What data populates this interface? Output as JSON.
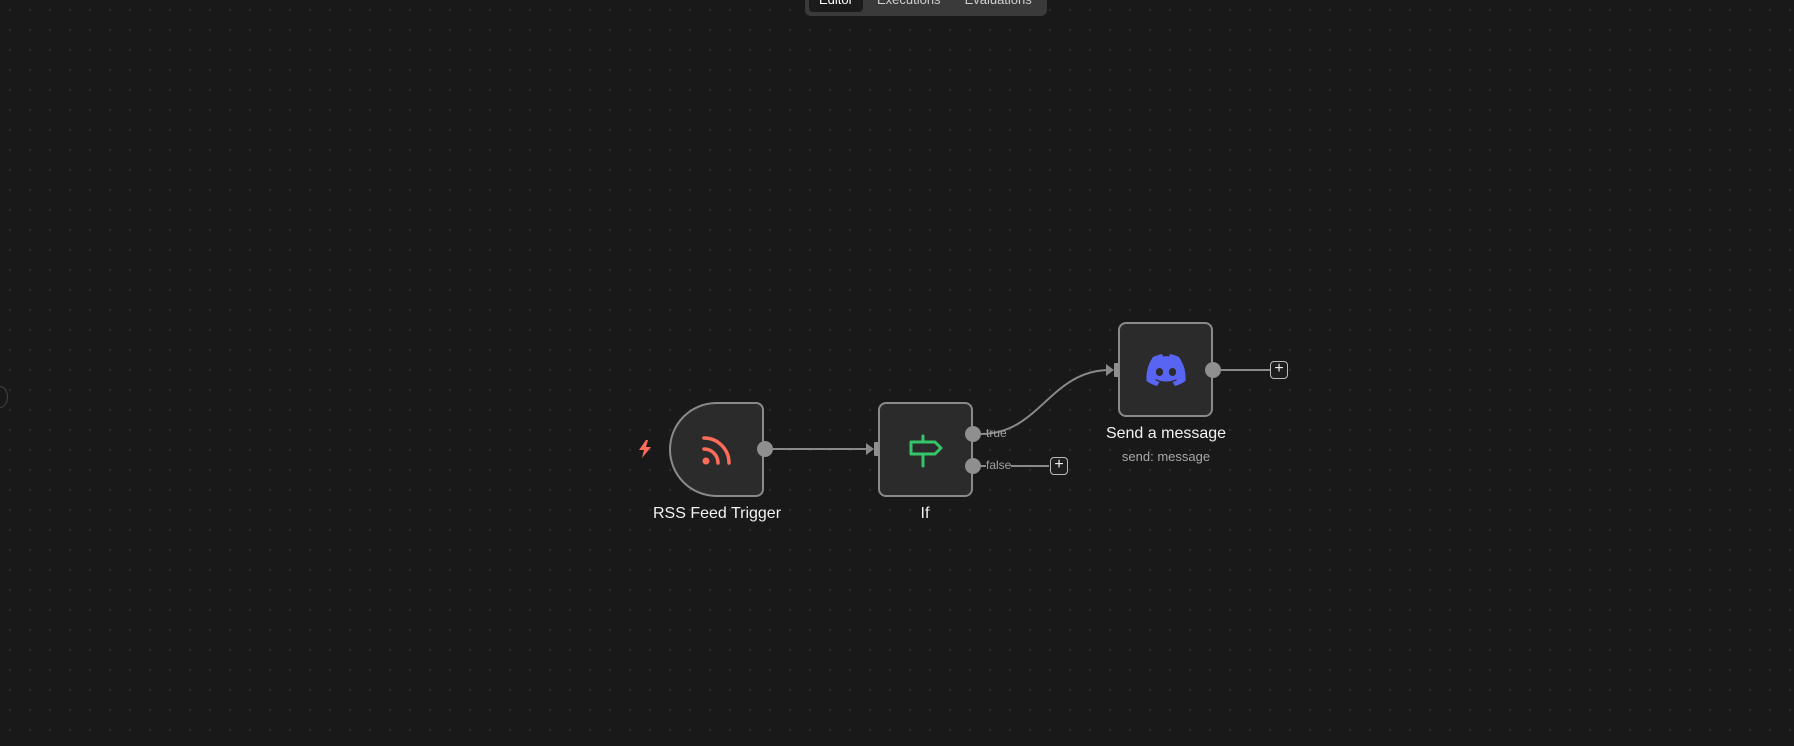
{
  "tabs": [
    {
      "label": "Editor",
      "active": true
    },
    {
      "label": "Executions"
    },
    {
      "label": "Evaluations"
    }
  ],
  "nodes": {
    "rss": {
      "name": "RSS Feed Trigger",
      "icon": "rss-icon",
      "color": "#ff6d5a"
    },
    "if": {
      "name": "If",
      "icon": "signpost-icon",
      "color": "#35c66a",
      "outputs": [
        "true",
        "false"
      ]
    },
    "discord": {
      "name": "Send a message",
      "subtitle": "send: message",
      "icon": "discord-icon",
      "color": "#5865f2"
    }
  },
  "add_label": "+"
}
